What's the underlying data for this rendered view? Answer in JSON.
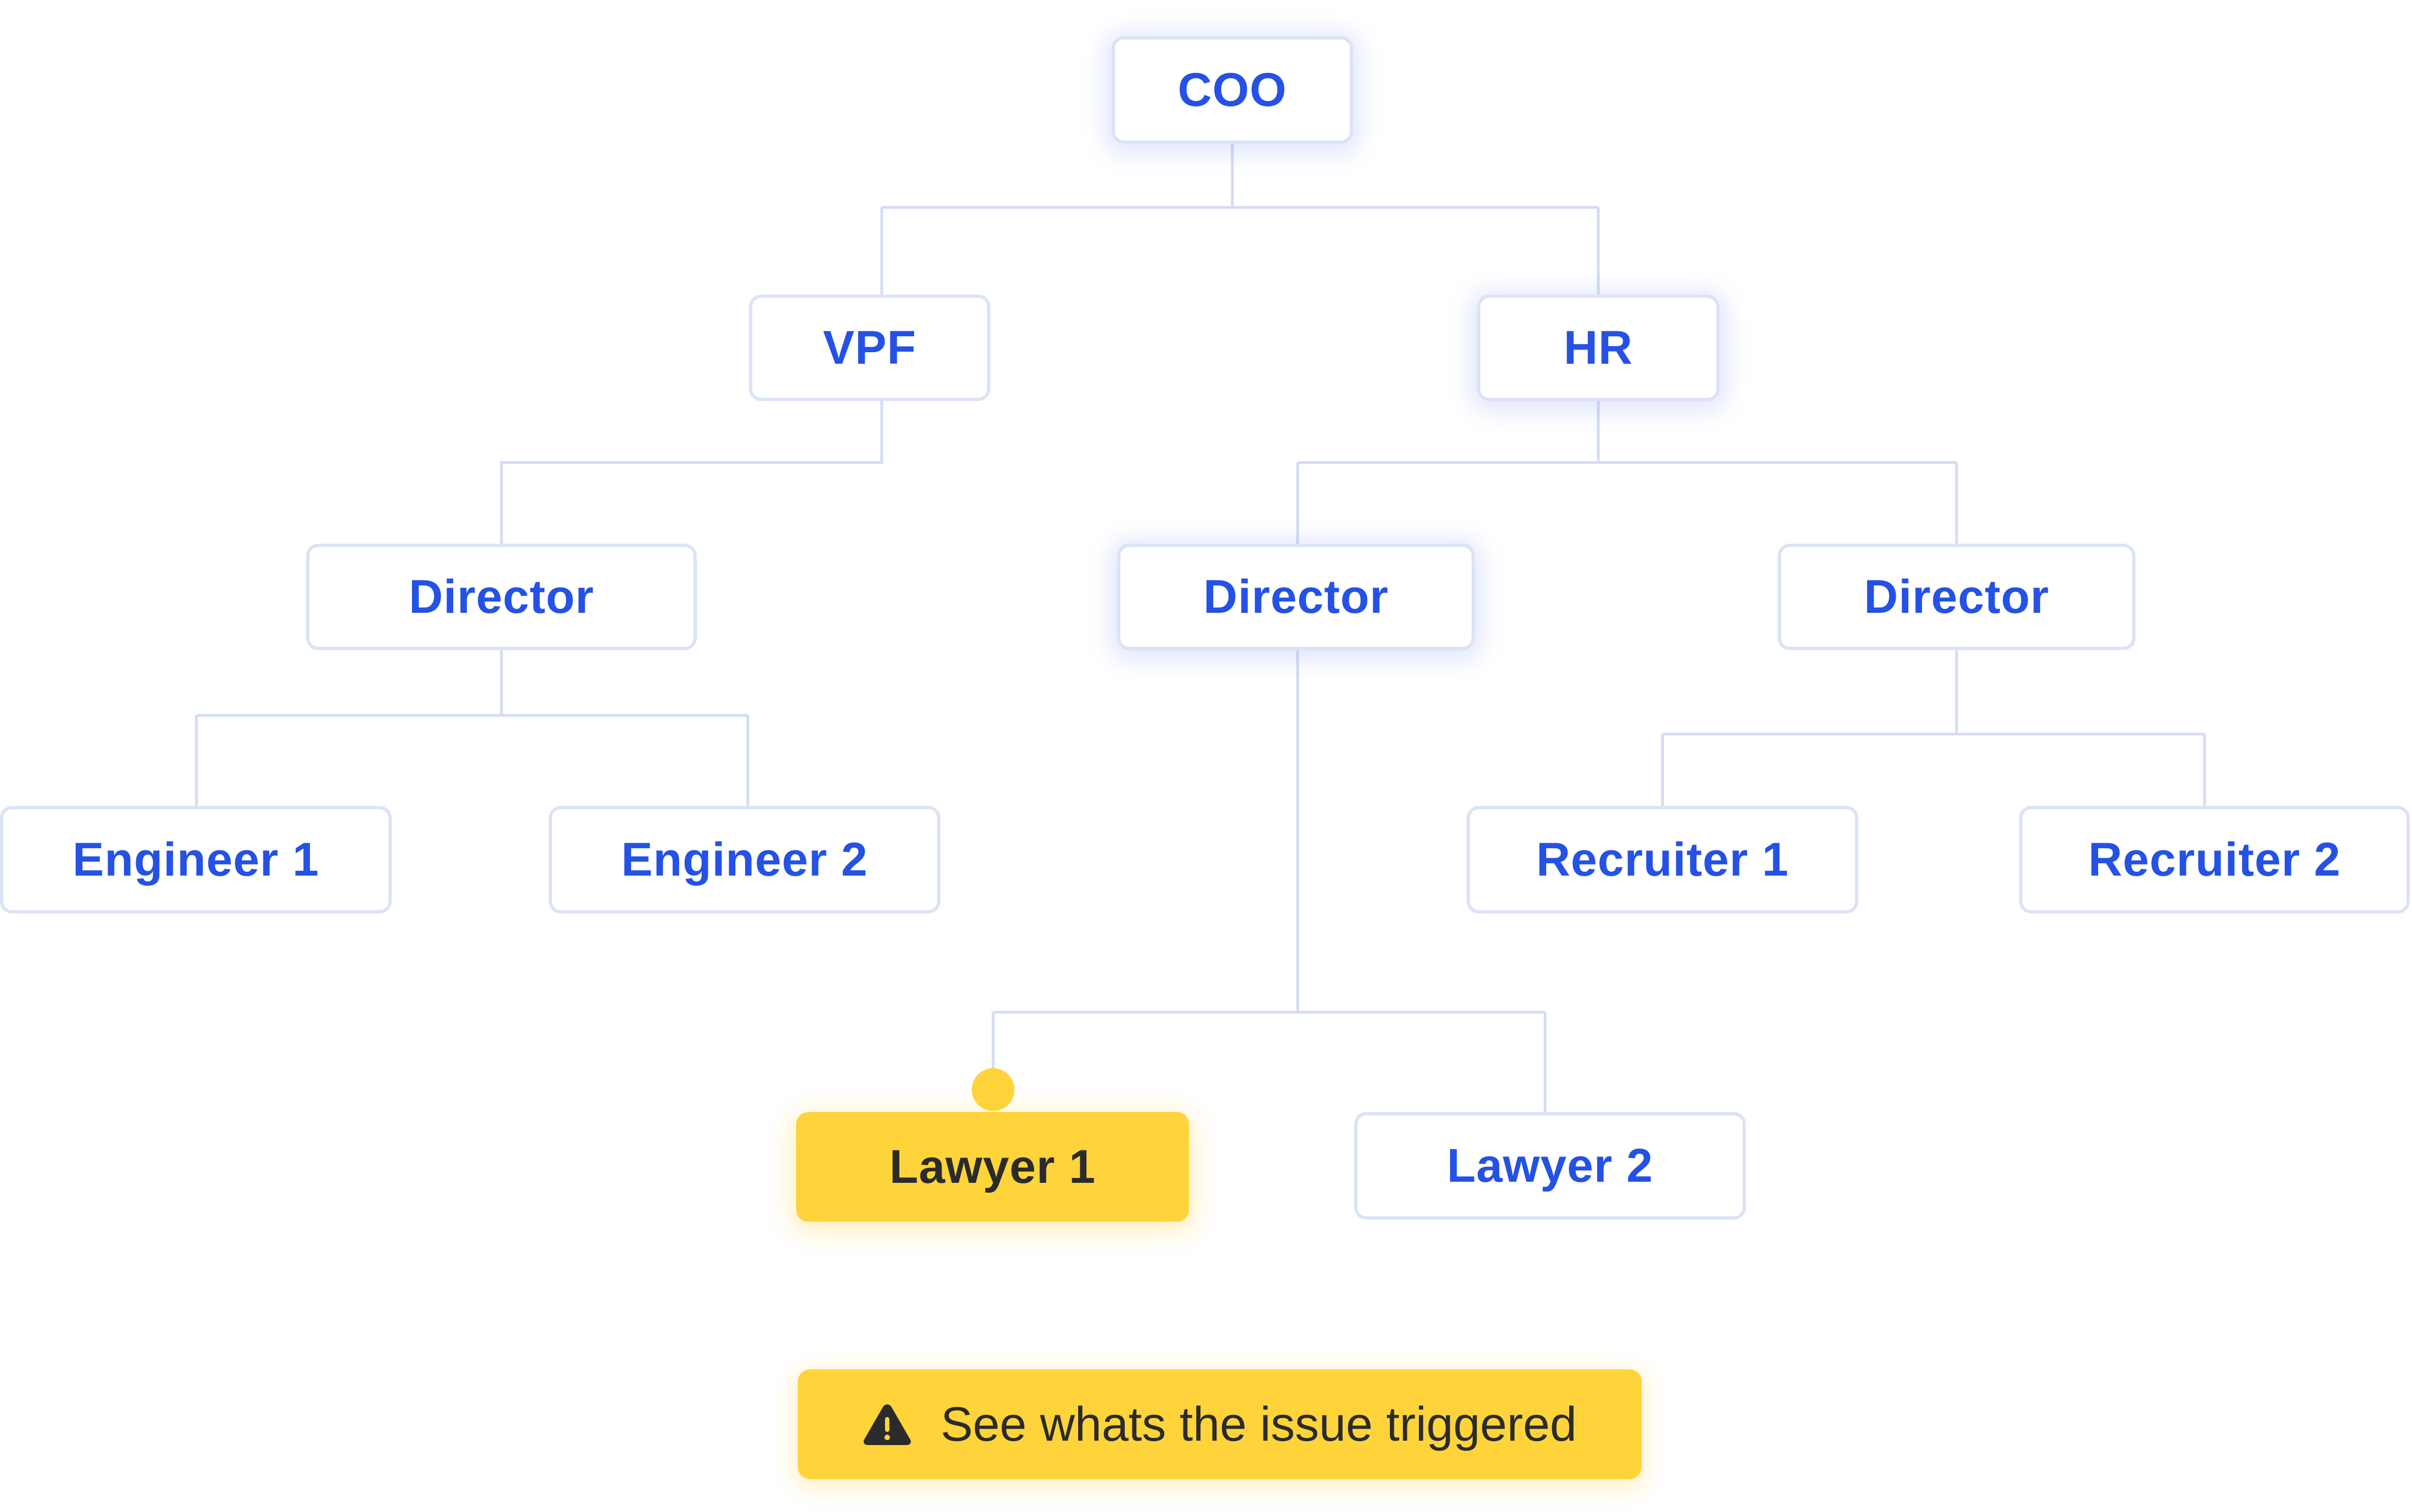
{
  "nodes": {
    "coo": "COO",
    "vpf": "VPF",
    "hr": "HR",
    "vpf_director": "Director",
    "hr_director_legal": "Director",
    "hr_director_recruiting": "Director",
    "engineer_1": "Engineer 1",
    "engineer_2": "Engineer 2",
    "recruiter_1": "Recruiter 1",
    "recruiter_2": "Recruiter 2",
    "lawyer_1": "Lawyer 1",
    "lawyer_2": "Lawyer 2"
  },
  "alert": {
    "icon": "warning-triangle-icon",
    "label": "See whats the issue triggered"
  },
  "colors": {
    "node_text": "#2451e6",
    "node_border": "#dbe3f6",
    "connector": "#d3dcf3",
    "highlight": "#ffd43b",
    "highlight_text": "#2b2b2b"
  }
}
